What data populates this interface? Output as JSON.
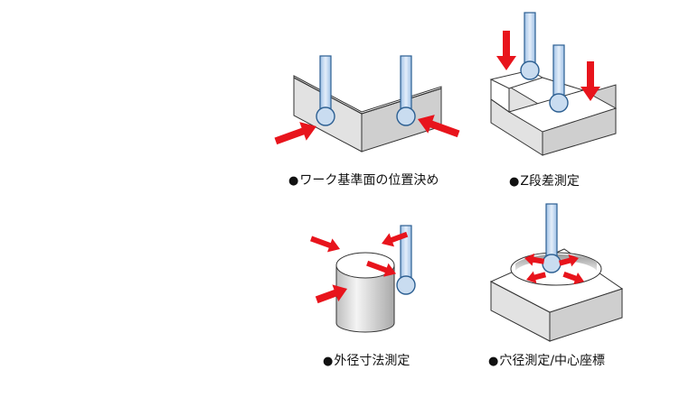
{
  "captions": {
    "reference_surface": "ワーク基準面の位置決め",
    "z_step": "Z段差測定",
    "outer_diameter": "外径寸法測定",
    "hole_diameter": "穴径測定/中心座標"
  },
  "colors": {
    "arrow": "#e8141c",
    "probe_fill": "#c9dcf0",
    "probe_stroke": "#2c5f92",
    "block_front": "#e2e2e2",
    "block_top": "#ffffff",
    "block_side": "#cfcfcf",
    "outline": "#333333"
  },
  "bullet": "●"
}
